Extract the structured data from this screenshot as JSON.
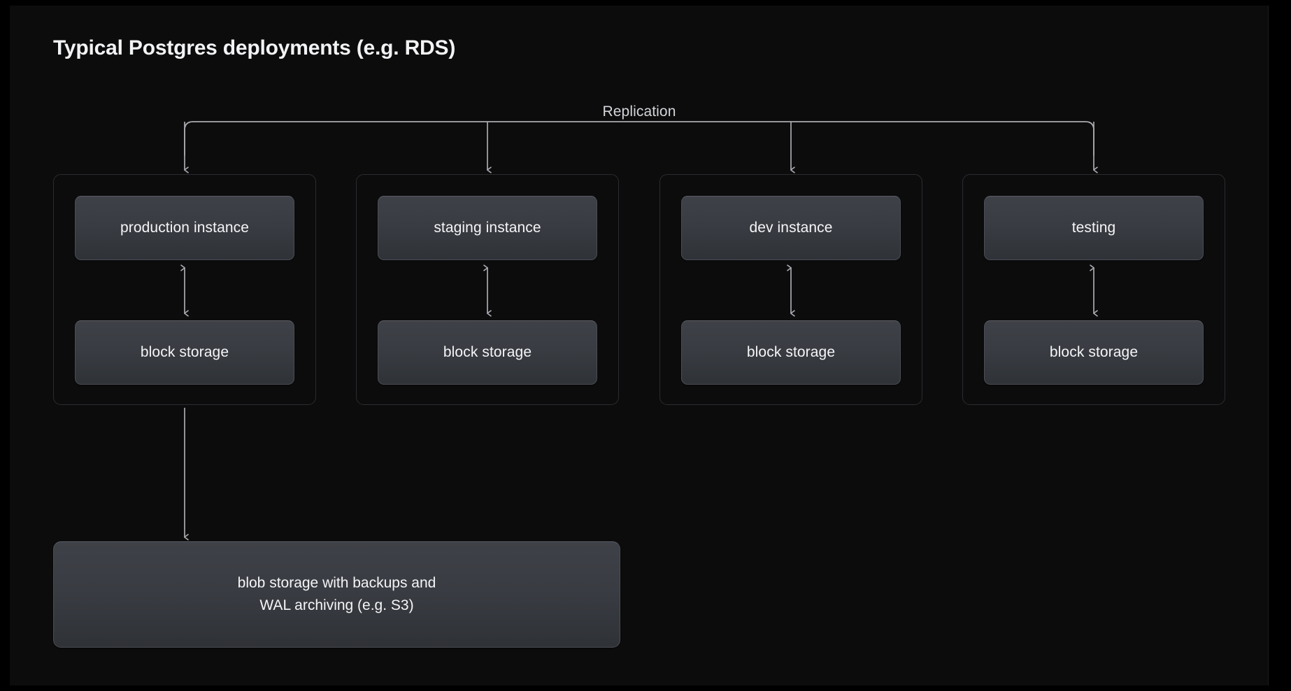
{
  "page": {
    "title": "Typical Postgres deployments (e.g. RDS)",
    "background_color": "#0c0c0d",
    "text_color": "#f2f3f5"
  },
  "diagram": {
    "replication_label": "Replication",
    "accent_colors": {
      "card_top": "#3e4147",
      "card_bottom": "#2f3237",
      "card_border": "#4a4d53",
      "container_border": "#2a2c30",
      "connector": "#a9abb0"
    },
    "columns": [
      {
        "id": "production",
        "instance_label": "production instance",
        "storage_label": "block storage"
      },
      {
        "id": "staging",
        "instance_label": "staging instance",
        "storage_label": "block storage"
      },
      {
        "id": "dev",
        "instance_label": "dev instance",
        "storage_label": "block storage"
      },
      {
        "id": "testing",
        "instance_label": "testing",
        "storage_label": "block storage"
      }
    ],
    "blob_storage": {
      "line1": "blob storage with backups and",
      "line2": "WAL archiving (e.g. S3)"
    }
  }
}
